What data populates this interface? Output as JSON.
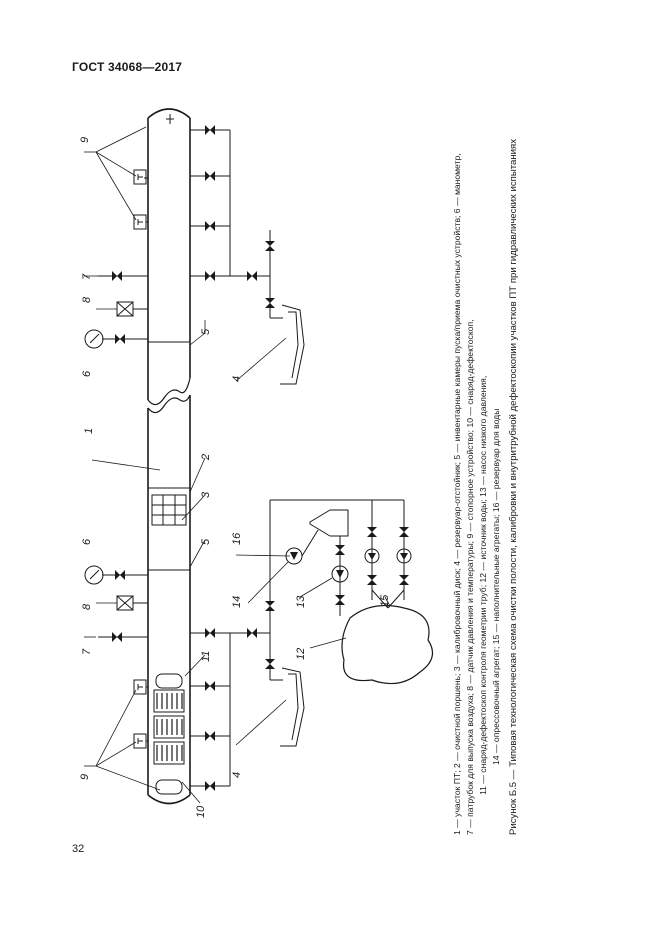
{
  "header": {
    "doc_id": "ГОСТ 34068—2017"
  },
  "page_number": "32",
  "labels": {
    "l1": "1",
    "l2": "2",
    "l3": "3",
    "l4a": "4",
    "l4b": "4",
    "l5a": "5",
    "l5b": "5",
    "l6a": "6",
    "l6b": "6",
    "l7a": "7",
    "l7b": "7",
    "l8a": "8",
    "l8b": "8",
    "l9a": "9",
    "l9b": "9",
    "l10": "10",
    "l11": "11",
    "l12": "12",
    "l13": "13",
    "l14": "14",
    "l15": "15",
    "l16": "16"
  },
  "legend": {
    "line1": "1 — участок ПТ; 2 — очистной поршень; 3 — калибровочный диск; 4 — резервуар-отстойник; 5 — инвентарные камеры пуска/приема очистных устройств; 6 — манометр,",
    "line2": "7 — патрубок для выпуска воздуха; 8 — датчик давления и температуры; 9 — стопорное устройство; 10 — снаряд-дефектоскоп,",
    "line3": "11 — снаряд-дефектоскоп контроля геометрии труб; 12 — источник воды; 13 — насос низкого давления,",
    "line4": "14 — опрессовочный агрегат; 15 — наполнительные агрегаты; 16 — резервуар для воды"
  },
  "caption": "Рисунок Б.5 — Типовая технологическая схема очистки полости, калибровки и внутритрубной дефектоскопии участков ПТ при гидравлических испытаниях"
}
